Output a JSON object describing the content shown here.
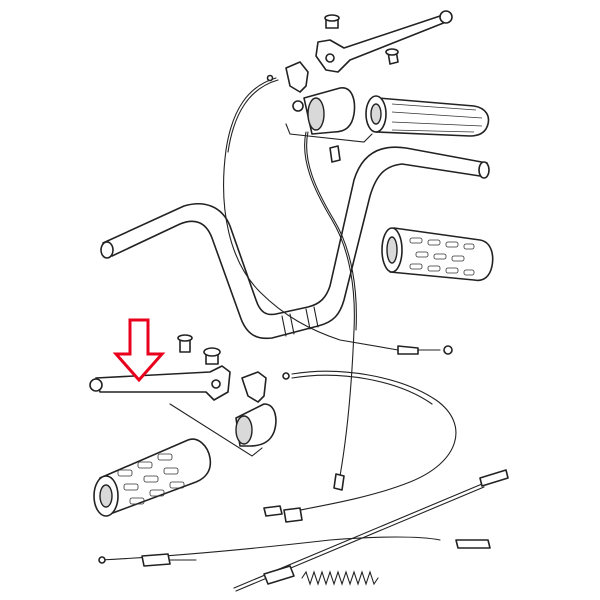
{
  "diagram": {
    "parts": [
      "handlebar",
      "right-grip",
      "left-grip",
      "throttle-twist-grip",
      "front-brake-lever",
      "clutch-lever",
      "clutch-lever-bracket",
      "front-brake-lever-bracket",
      "lever-pivot-bolts",
      "throttle-cable",
      "clutch-cable",
      "front-brake-cable",
      "decompressor-cable",
      "return-spring"
    ],
    "highlight": {
      "target": "clutch-lever",
      "color": "#e8001c",
      "shape": "arrow-down"
    }
  }
}
